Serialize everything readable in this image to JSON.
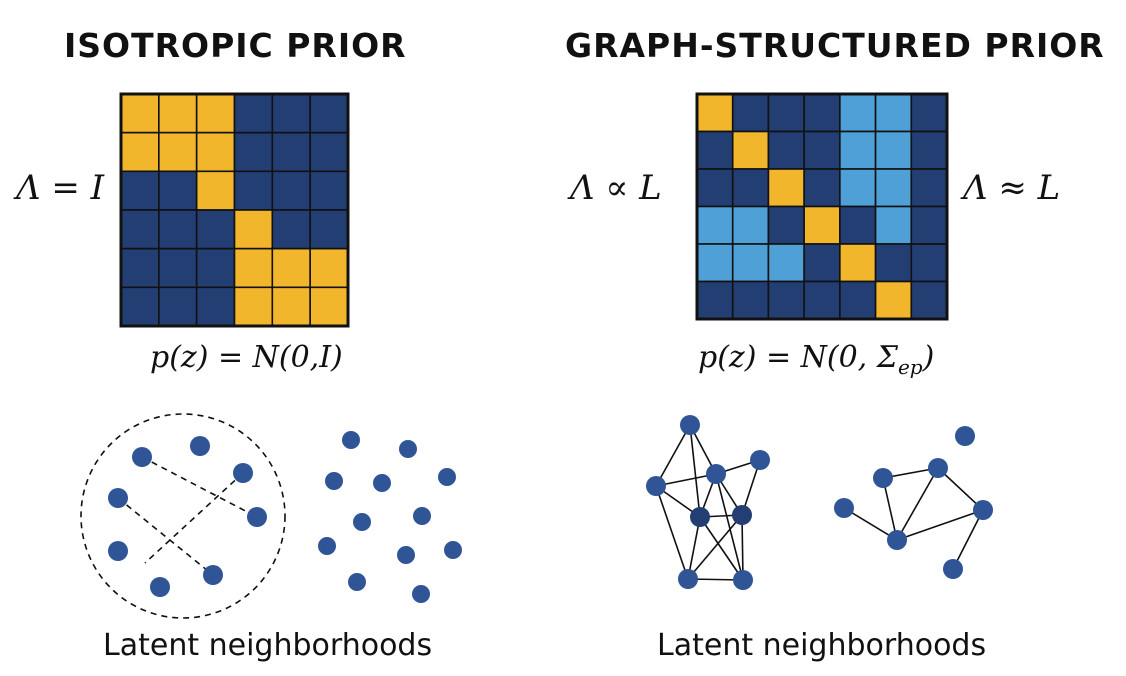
{
  "left_panel": {
    "title": "ISOTROPIC PRIOR",
    "lambda_label": "Λ = I",
    "formula": "p(z) = N(0,I)",
    "caption": "Latent neighborhoods",
    "matrix": [
      [
        "Y",
        "Y",
        "Y",
        "B",
        "B",
        "B"
      ],
      [
        "Y",
        "Y",
        "Y",
        "B",
        "B",
        "B"
      ],
      [
        "B",
        "B",
        "Y",
        "B",
        "B",
        "B"
      ],
      [
        "B",
        "B",
        "B",
        "Y",
        "B",
        "B"
      ],
      [
        "B",
        "B",
        "B",
        "Y",
        "Y",
        "Y"
      ],
      [
        "B",
        "B",
        "B",
        "Y",
        "Y",
        "Y"
      ]
    ]
  },
  "right_panel": {
    "title": "GRAPH-STRUCTURED PRIOR",
    "lambda_label_left": "Λ ∝ L",
    "lambda_label_right": "Λ ≈ L",
    "formula": "p(z) = N(0, Σ",
    "formula_subscript": "ep",
    "formula_close": ")",
    "caption": "Latent neighborhoods",
    "matrix": [
      [
        "Y",
        "B",
        "B",
        "B",
        "L",
        "L",
        "B"
      ],
      [
        "B",
        "Y",
        "B",
        "B",
        "L",
        "L",
        "B"
      ],
      [
        "B",
        "B",
        "Y",
        "B",
        "L",
        "L",
        "B"
      ],
      [
        "L",
        "L",
        "B",
        "Y",
        "B",
        "L",
        "B"
      ],
      [
        "L",
        "L",
        "L",
        "B",
        "Y",
        "B",
        "B"
      ],
      [
        "B",
        "B",
        "B",
        "B",
        "B",
        "Y",
        "B"
      ]
    ]
  },
  "colors": {
    "yellow": "#F2B62D",
    "dark_blue": "#223E73",
    "light_blue": "#4FA0D6",
    "node": "#2F5597",
    "grid_line": "#111111"
  }
}
